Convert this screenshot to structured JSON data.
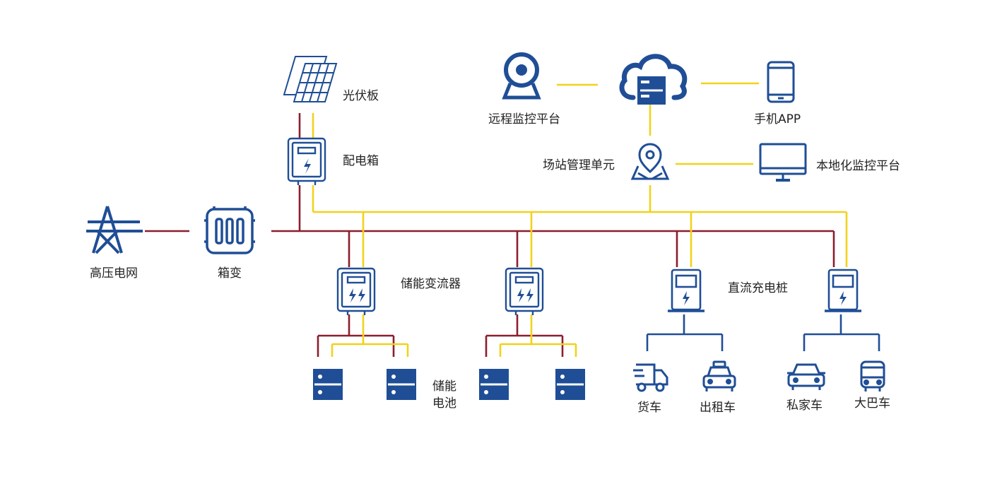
{
  "colors": {
    "blue": "#1f4e96",
    "red": "#8b1e2d",
    "yellow": "#f2d21b",
    "text": "#222222"
  },
  "labels": {
    "solar_panel": "光伏板",
    "distribution_box": "配电箱",
    "remote_platform": "远程监控平台",
    "mobile_app": "手机APP",
    "station_unit": "场站管理单元",
    "local_platform": "本地化监控平台",
    "grid": "高压电网",
    "box_transformer": "箱变",
    "pcs": "储能变流器",
    "dc_charger": "直流充电桩",
    "battery_line1": "储能",
    "battery_line2": "电池",
    "truck": "货车",
    "taxi": "出租车",
    "private_car": "私家车",
    "bus": "大巴车"
  },
  "icons": {
    "solar_panel": "solar-panel-icon",
    "distribution_box": "distribution-box-icon",
    "remote_platform": "webcam-monitor-icon",
    "cloud": "cloud-server-icon",
    "mobile_app": "smartphone-icon",
    "station_unit": "location-pin-icon",
    "local_platform": "desktop-monitor-icon",
    "grid": "transmission-tower-icon",
    "box_transformer": "transformer-icon",
    "pcs": "inverter-icon",
    "battery": "battery-cabinet-icon",
    "dc_charger": "charging-pile-icon",
    "truck": "truck-icon",
    "taxi": "taxi-icon",
    "private_car": "car-icon",
    "bus": "bus-icon"
  }
}
